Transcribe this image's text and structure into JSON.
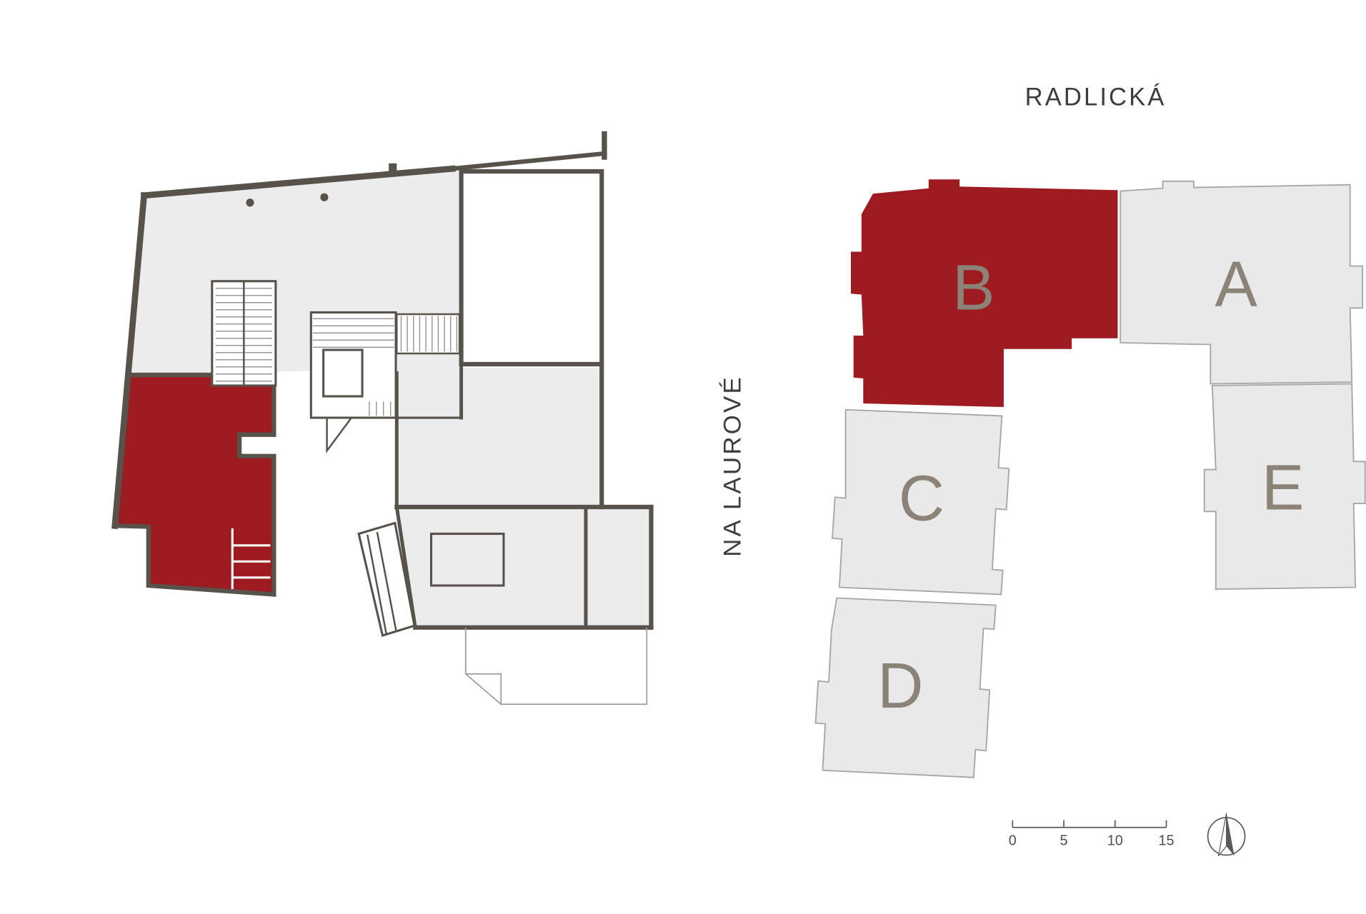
{
  "site_plan": {
    "street_top_label": "RADLICKÁ",
    "street_left_label": "NA LAUROVÉ",
    "buildings": [
      {
        "id": "A",
        "label": "A",
        "highlighted": false
      },
      {
        "id": "B",
        "label": "B",
        "highlighted": true
      },
      {
        "id": "C",
        "label": "C",
        "highlighted": false
      },
      {
        "id": "D",
        "label": "D",
        "highlighted": false
      },
      {
        "id": "E",
        "label": "E",
        "highlighted": false
      }
    ],
    "scale_bar": {
      "tick_labels": [
        "0",
        "5",
        "10",
        "15"
      ]
    }
  },
  "colors": {
    "highlight_red": "#9E1B21",
    "wall_dark": "#57524C",
    "floor_fill": "#ECECEC",
    "block_fill": "#E9E9E9",
    "block_stroke": "#A6A6A6",
    "building_label": "#8C8378",
    "street_text": "#3E3E3E"
  }
}
